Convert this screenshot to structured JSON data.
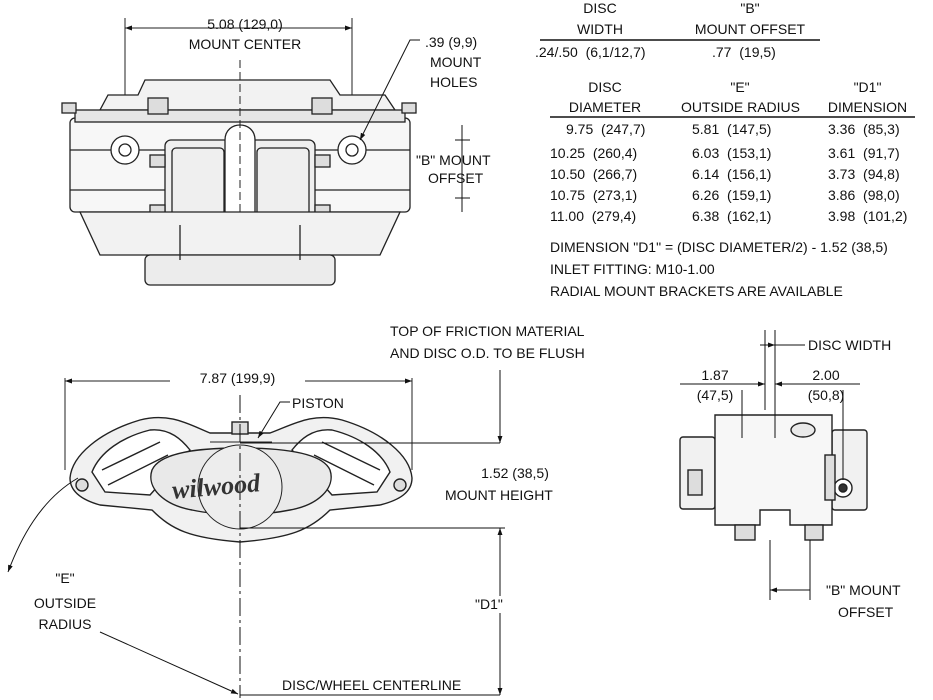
{
  "top_view": {
    "mount_center_dim": "5.08 (129,0)",
    "mount_center_label": "MOUNT CENTER",
    "mount_holes_dim": ".39 (9,9)",
    "mount_holes_label_1": "MOUNT",
    "mount_holes_label_2": "HOLES",
    "b_offset_label_1": "\"B\" MOUNT",
    "b_offset_label_2": "OFFSET"
  },
  "table1": {
    "head_disc_width_1": "DISC",
    "head_disc_width_2": "WIDTH",
    "head_b_1": "\"B\"",
    "head_b_2": "MOUNT OFFSET",
    "row_width": ".24/.50  (6,1/12,7)",
    "row_offset": ".77  (19,5)"
  },
  "table2": {
    "head_diam_1": "DISC",
    "head_diam_2": "DIAMETER",
    "head_e_1": "\"E\"",
    "head_e_2": "OUTSIDE RADIUS",
    "head_d1_1": "\"D1\"",
    "head_d1_2": "DIMENSION",
    "rows": [
      {
        "diameter": "9.75  (247,7)",
        "radius": "5.81  (147,5)",
        "d1": "3.36  (85,3)"
      },
      {
        "diameter": "10.25  (260,4)",
        "radius": "6.03  (153,1)",
        "d1": "3.61  (91,7)"
      },
      {
        "diameter": "10.50  (266,7)",
        "radius": "6.14  (156,1)",
        "d1": "3.73  (94,8)"
      },
      {
        "diameter": "10.75  (273,1)",
        "radius": "6.26  (159,1)",
        "d1": "3.86  (98,0)"
      },
      {
        "diameter": "11.00  (279,4)",
        "radius": "6.38  (162,1)",
        "d1": "3.98  (101,2)"
      }
    ]
  },
  "notes": {
    "note1": "DIMENSION \"D1\" = (DISC DIAMETER/2) - 1.52 (38,5)",
    "note2": "INLET FITTING: M10-1.00",
    "note3": "RADIAL MOUNT BRACKETS ARE AVAILABLE"
  },
  "side_view": {
    "friction_note_1": "TOP OF FRICTION MATERIAL",
    "friction_note_2": "AND DISC O.D. TO BE FLUSH",
    "length_dim": "7.87 (199,9)",
    "piston_label": "PISTON",
    "logo_text": "wilwood",
    "mount_height_dim": "1.52 (38,5)",
    "mount_height_label": "MOUNT HEIGHT",
    "e_label_1": "\"E\"",
    "e_label_2": "OUTSIDE",
    "e_label_3": "RADIUS",
    "d1_label": "\"D1\"",
    "centerline_label": "DISC/WHEEL CENTERLINE"
  },
  "end_view": {
    "disc_width_label": "DISC WIDTH",
    "dim_left_1": "1.87",
    "dim_left_2": "(47,5)",
    "dim_right_1": "2.00",
    "dim_right_2": "(50,8)",
    "b_offset_label_1": "\"B\" MOUNT",
    "b_offset_label_2": "OFFSET"
  }
}
